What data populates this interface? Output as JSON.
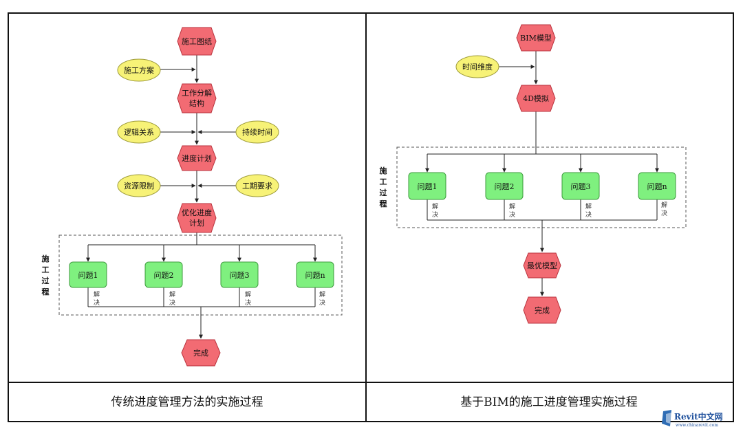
{
  "left": {
    "caption": "传统进度管理方法的实施过程",
    "side_label": [
      "施",
      "工",
      "过",
      "程"
    ],
    "nodes": {
      "drawings": "施工图纸",
      "plan": "施工方案",
      "wbs_1": "工作分解",
      "wbs_2": "结构",
      "logic": "逻辑关系",
      "duration": "持续时间",
      "schedule": "进度计划",
      "resources": "资源限制",
      "deadline": "工期要求",
      "opt_1": "优化进度",
      "opt_2": "计划",
      "done": "完成"
    },
    "issues": [
      "问题1",
      "问题2",
      "问题3",
      "问题n"
    ],
    "solve": [
      "解",
      "决"
    ]
  },
  "right": {
    "caption": "基于BIM的施工进度管理实施过程",
    "side_label": [
      "施",
      "工",
      "过",
      "程"
    ],
    "nodes": {
      "bim": "BIM模型",
      "time": "时间维度",
      "sim4d": "4D模拟",
      "optimal": "最优模型",
      "done": "完成"
    },
    "issues": [
      "问题1",
      "问题2",
      "问题3",
      "问题n"
    ],
    "solve": [
      "解",
      "决"
    ]
  },
  "watermark": {
    "brand": "Revit中文网",
    "url": "www.chinarevit.com"
  },
  "colors": {
    "hexagon": "#f26b73",
    "ellipse": "#f7f277",
    "issue_box": "#7ff07f"
  }
}
